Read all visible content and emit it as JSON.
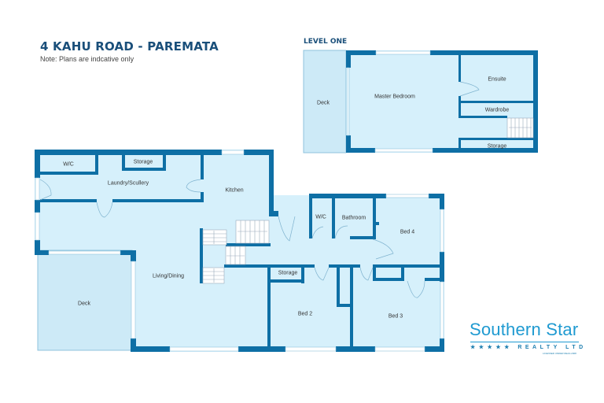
{
  "header": {
    "title": "4 KAHU ROAD - PAREMATA",
    "note": "Note: Plans are indcative only"
  },
  "level_one": {
    "title": "LEVEL ONE",
    "rooms": {
      "deck": "Deck",
      "master_bedroom": "Master Bedroom",
      "ensuite": "Ensuite",
      "wardrobe": "Wardrobe",
      "storage": "Storage"
    }
  },
  "ground_floor": {
    "rooms": {
      "wc": "W/C",
      "storage_top": "Storage",
      "laundry": "Laundry/Scullery",
      "kitchen": "Kitchen",
      "living": "Living/Dining",
      "deck": "Deck",
      "wc2": "W/C",
      "bathroom": "Bathroom",
      "bed4": "Bed 4",
      "storage_hall": "Storage",
      "bed2": "Bed 2",
      "bed3": "Bed 3"
    }
  },
  "logo": {
    "name": "Southern Star",
    "sub": "★★★★★ REALTY LTD",
    "tag": "LICENSED UNDER REAA 2008"
  },
  "colors": {
    "wall": "#0e6fa5",
    "floor": "#d6f0fb",
    "deck": "#cdeaf7",
    "title": "#1a4f7a",
    "brand": "#1f9ad1"
  }
}
